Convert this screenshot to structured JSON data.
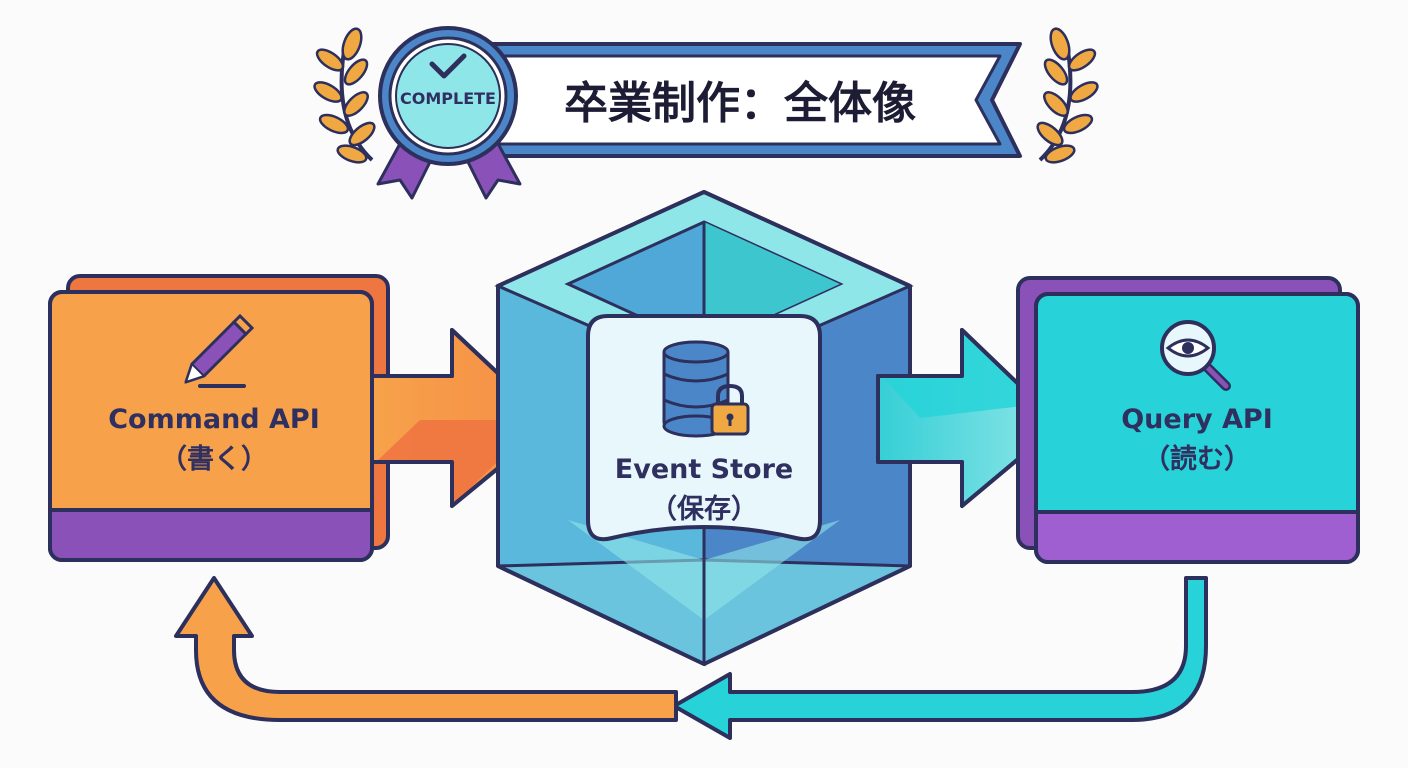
{
  "banner": {
    "badge_text": "COMPLETE",
    "title": "卒業制作：全体像"
  },
  "nodes": {
    "command": {
      "label": "Command API",
      "sublabel": "（書く）"
    },
    "store": {
      "label": "Event Store",
      "sublabel": "（保存）"
    },
    "query": {
      "label": "Query API",
      "sublabel": "（読む）"
    }
  },
  "icons": {
    "command": "pen-icon",
    "store": "database-lock-icon",
    "query": "magnifier-eye-icon",
    "badge": "checkmark-icon"
  },
  "colors": {
    "outline": "#2d2f5c",
    "orange": "#f7a24a",
    "orange_dark": "#ee7640",
    "purple": "#8a52b8",
    "teal": "#27d3d8",
    "teal_light": "#8fe6e8",
    "blue": "#4b86c8",
    "panel": "#e8f7fb"
  }
}
